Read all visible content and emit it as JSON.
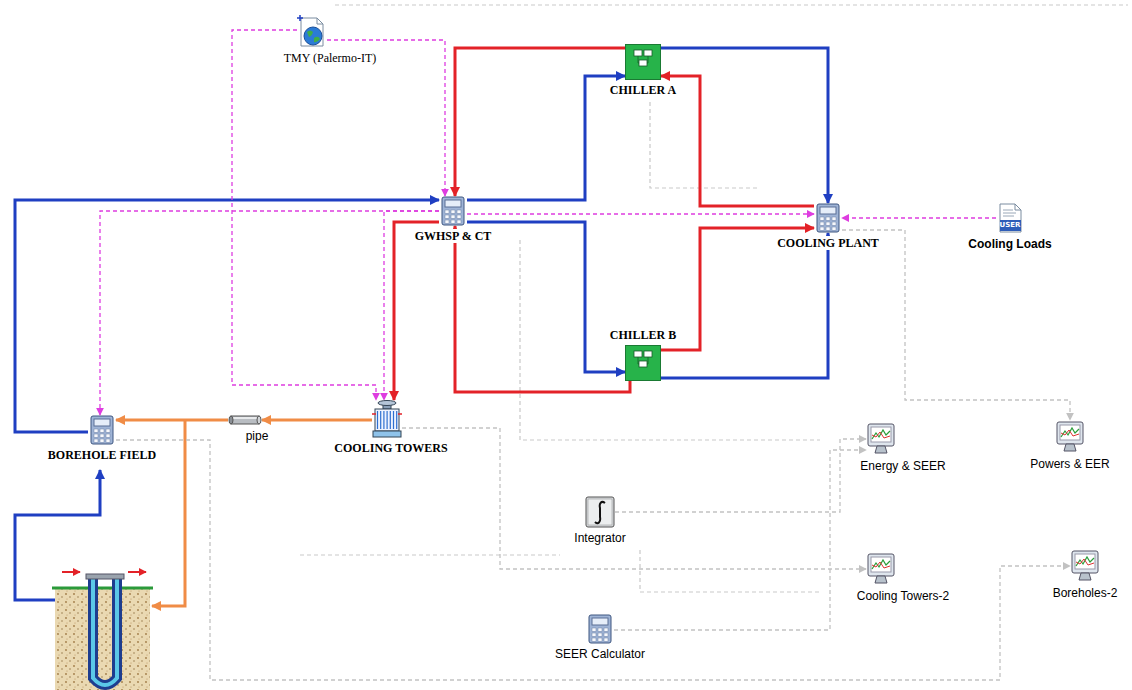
{
  "diagram": {
    "nodes": [
      {
        "text": [
          "TMY (Palermo-IT)"
        ]
      },
      {
        "text": [
          "CHILLER A"
        ]
      },
      {
        "text": [
          "GWHSP & CT"
        ]
      },
      {
        "text": [
          "COOLING PLANT"
        ]
      },
      {
        "text": [
          "Cooling Loads"
        ]
      },
      {
        "text": [
          "CHILLER B"
        ]
      },
      {
        "text": [
          "BOREHOLE FIELD"
        ]
      },
      {
        "text": [
          "pipe"
        ]
      },
      {
        "text": [
          "COOLING TOWERS"
        ]
      },
      {
        "text": [
          "Energy & SEER"
        ]
      },
      {
        "text": [
          "Powers & EER"
        ]
      },
      {
        "text": [
          "Integrator"
        ]
      },
      {
        "text": [
          "Cooling Towers-2"
        ]
      },
      {
        "text": [
          "Boreholes-2"
        ]
      },
      {
        "text": [
          "SEER Calculator"
        ]
      }
    ],
    "edges": [
      {
        "from": 1,
        "to": 2,
        "arrow": "to"
      },
      {
        "from": 2,
        "to": 1,
        "arrow": "to"
      },
      {
        "from": 1,
        "to": 3,
        "arrow": "to"
      },
      {
        "from": 3,
        "to": 1,
        "arrow": "to"
      },
      {
        "from": 2,
        "to": 5,
        "arrow": "to"
      },
      {
        "from": 5,
        "to": 2,
        "arrow": "to"
      },
      {
        "from": 5,
        "to": 3,
        "arrow": "to"
      },
      {
        "from": 5,
        "to": 3,
        "arrow": "to"
      },
      {
        "from": 2,
        "to": 8,
        "arrow": "to"
      },
      {
        "from": 8,
        "to": 7,
        "arrow": "to"
      },
      {
        "from": 7,
        "to": 6,
        "arrow": "to"
      },
      {
        "from": 6,
        "to": 2,
        "arrow": "to"
      },
      {
        "from": 0,
        "to": 2,
        "arrow": "to"
      },
      {
        "from": 0,
        "to": 8,
        "arrow": "to"
      },
      {
        "from": 4,
        "to": 3,
        "arrow": "to"
      },
      {
        "from": 2,
        "to": 3,
        "arrow": "to"
      },
      {
        "from": 2,
        "to": 6,
        "arrow": "to"
      },
      {
        "from": 2,
        "to": 8,
        "arrow": "to"
      },
      {
        "from": 3,
        "to": 10,
        "arrow": "to"
      },
      {
        "from": 11,
        "to": 9,
        "arrow": "to"
      },
      {
        "from": 14,
        "to": 9,
        "arrow": "to"
      },
      {
        "from": 8,
        "to": 12,
        "arrow": "to"
      },
      {
        "from": 6,
        "to": 13,
        "arrow": "to"
      }
    ],
    "labels": [
      "USER"
    ]
  }
}
